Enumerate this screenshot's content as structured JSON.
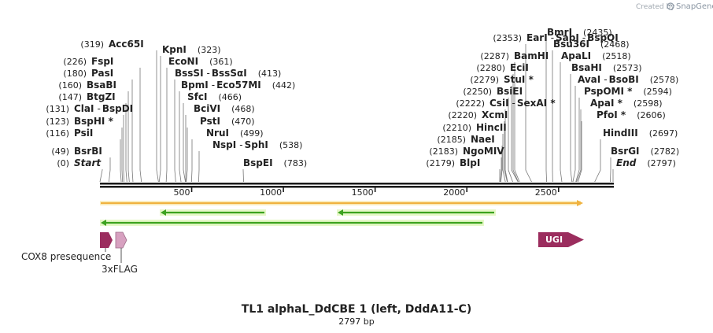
{
  "credit": {
    "prefix": "Created by",
    "brand": "SnapGene"
  },
  "title": "TL1 alphaL_DdCBE 1 (left, DddA11-C)",
  "length_label": "2797 bp",
  "ruler_ticks": [
    "500",
    "1000",
    "1500",
    "2000",
    "2500"
  ],
  "sites": [
    {
      "id": "start",
      "pos": 0,
      "pos_text": "(0)",
      "names": [
        "Start"
      ],
      "italic": true,
      "side": "left"
    },
    {
      "id": "bsrbi",
      "pos": 49,
      "pos_text": "(49)",
      "names": [
        "BsrBI"
      ],
      "side": "left"
    },
    {
      "id": "psii",
      "pos": 116,
      "pos_text": "(116)",
      "names": [
        "PsiI"
      ],
      "side": "left"
    },
    {
      "id": "bsphi",
      "pos": 123,
      "pos_text": "(123)",
      "names": [
        "BspHI *"
      ],
      "side": "left"
    },
    {
      "id": "clai",
      "pos": 131,
      "pos_text": "(131)",
      "names": [
        "ClaI",
        "BspDI"
      ],
      "side": "left"
    },
    {
      "id": "btgzi",
      "pos": 147,
      "pos_text": "(147)",
      "names": [
        "BtgZI"
      ],
      "side": "left"
    },
    {
      "id": "bsabi",
      "pos": 160,
      "pos_text": "(160)",
      "names": [
        "BsaBI"
      ],
      "side": "left"
    },
    {
      "id": "pasi",
      "pos": 180,
      "pos_text": "(180)",
      "names": [
        "PasI"
      ],
      "side": "left"
    },
    {
      "id": "fspi",
      "pos": 226,
      "pos_text": "(226)",
      "names": [
        "FspI"
      ],
      "side": "left"
    },
    {
      "id": "acc65i",
      "pos": 319,
      "pos_text": "(319)",
      "names": [
        "Acc65I"
      ],
      "side": "left"
    },
    {
      "id": "kpni",
      "pos": 323,
      "pos_text": "(323)",
      "names": [
        "KpnI"
      ],
      "side": "right"
    },
    {
      "id": "econi",
      "pos": 361,
      "pos_text": "(361)",
      "names": [
        "EcoNI"
      ],
      "side": "right"
    },
    {
      "id": "bsssi",
      "pos": 413,
      "pos_text": "(413)",
      "names": [
        "BssSI",
        "BssSαI"
      ],
      "side": "right"
    },
    {
      "id": "bpmi",
      "pos": 442,
      "pos_text": "(442)",
      "names": [
        "BpmI",
        "Eco57MI"
      ],
      "side": "right"
    },
    {
      "id": "sfci",
      "pos": 466,
      "pos_text": "(466)",
      "names": [
        "SfcI"
      ],
      "side": "right"
    },
    {
      "id": "bcivi",
      "pos": 468,
      "pos_text": "(468)",
      "names": [
        "BciVI"
      ],
      "side": "right"
    },
    {
      "id": "psti",
      "pos": 470,
      "pos_text": "(470)",
      "names": [
        "PstI"
      ],
      "side": "right"
    },
    {
      "id": "nrui",
      "pos": 499,
      "pos_text": "(499)",
      "names": [
        "NruI"
      ],
      "side": "right"
    },
    {
      "id": "nspi",
      "pos": 538,
      "pos_text": "(538)",
      "names": [
        "NspI",
        "SphI"
      ],
      "side": "right"
    },
    {
      "id": "bspei",
      "pos": 783,
      "pos_text": "(783)",
      "names": [
        "BspEI"
      ],
      "side": "right"
    },
    {
      "id": "blpi",
      "pos": 2179,
      "pos_text": "(2179)",
      "names": [
        "BlpI"
      ],
      "side": "left"
    },
    {
      "id": "ngomiv",
      "pos": 2183,
      "pos_text": "(2183)",
      "names": [
        "NgoMIV"
      ],
      "side": "left"
    },
    {
      "id": "naei",
      "pos": 2185,
      "pos_text": "(2185)",
      "names": [
        "NaeI"
      ],
      "side": "left"
    },
    {
      "id": "hincii",
      "pos": 2210,
      "pos_text": "(2210)",
      "names": [
        "HincII"
      ],
      "side": "left"
    },
    {
      "id": "xcmi",
      "pos": 2220,
      "pos_text": "(2220)",
      "names": [
        "XcmI"
      ],
      "side": "left"
    },
    {
      "id": "csii",
      "pos": 2222,
      "pos_text": "(2222)",
      "names": [
        "CsiI",
        "SexAI *"
      ],
      "side": "left"
    },
    {
      "id": "bsiei",
      "pos": 2250,
      "pos_text": "(2250)",
      "names": [
        "BsiEI"
      ],
      "side": "left"
    },
    {
      "id": "stui",
      "pos": 2279,
      "pos_text": "(2279)",
      "names": [
        "StuI *"
      ],
      "side": "left"
    },
    {
      "id": "ecii",
      "pos": 2280,
      "pos_text": "(2280)",
      "names": [
        "EciI"
      ],
      "side": "left"
    },
    {
      "id": "bamhi",
      "pos": 2287,
      "pos_text": "(2287)",
      "names": [
        "BamHI"
      ],
      "side": "left"
    },
    {
      "id": "eari",
      "pos": 2353,
      "pos_text": "(2353)",
      "names": [
        "EarI",
        "SapI",
        "BspQI"
      ],
      "side": "left"
    },
    {
      "id": "bmri",
      "pos": 2435,
      "pos_text": "(2435)",
      "names": [
        "BmrI"
      ],
      "side": "right"
    },
    {
      "id": "bsu36i",
      "pos": 2468,
      "pos_text": "(2468)",
      "names": [
        "Bsu36I"
      ],
      "side": "right"
    },
    {
      "id": "apali",
      "pos": 2518,
      "pos_text": "(2518)",
      "names": [
        "ApaLI"
      ],
      "side": "right"
    },
    {
      "id": "bsahi",
      "pos": 2573,
      "pos_text": "(2573)",
      "names": [
        "BsaHI"
      ],
      "side": "right"
    },
    {
      "id": "avai",
      "pos": 2578,
      "pos_text": "(2578)",
      "names": [
        "AvaI",
        "BsoBI"
      ],
      "side": "right"
    },
    {
      "id": "pspomi",
      "pos": 2594,
      "pos_text": "(2594)",
      "names": [
        "PspOMI *"
      ],
      "side": "right"
    },
    {
      "id": "apai",
      "pos": 2598,
      "pos_text": "(2598)",
      "names": [
        "ApaI *"
      ],
      "side": "right"
    },
    {
      "id": "pfoi",
      "pos": 2606,
      "pos_text": "(2606)",
      "names": [
        "PfoI *"
      ],
      "side": "right"
    },
    {
      "id": "hindiii",
      "pos": 2697,
      "pos_text": "(2697)",
      "names": [
        "HindIII"
      ],
      "side": "right"
    },
    {
      "id": "bsrgi",
      "pos": 2782,
      "pos_text": "(2782)",
      "names": [
        "BsrGI"
      ],
      "side": "right"
    },
    {
      "id": "end",
      "pos": 2797,
      "pos_text": "(2797)",
      "names": [
        "End"
      ],
      "italic": true,
      "side": "right"
    }
  ],
  "features": {
    "cox8": {
      "label": "COX8 presequence",
      "color": "#9b2d5e"
    },
    "flag": {
      "label": "3xFLAG",
      "color": "#d7a1c0"
    },
    "ugi": {
      "label": "UGI",
      "color": "#9b2d5e"
    }
  },
  "colors": {
    "orange_bar": "#f0b23f",
    "green_bar": "#3ca21f",
    "highlight": "#e6f8c8",
    "backbone": "#1a1a1a"
  }
}
